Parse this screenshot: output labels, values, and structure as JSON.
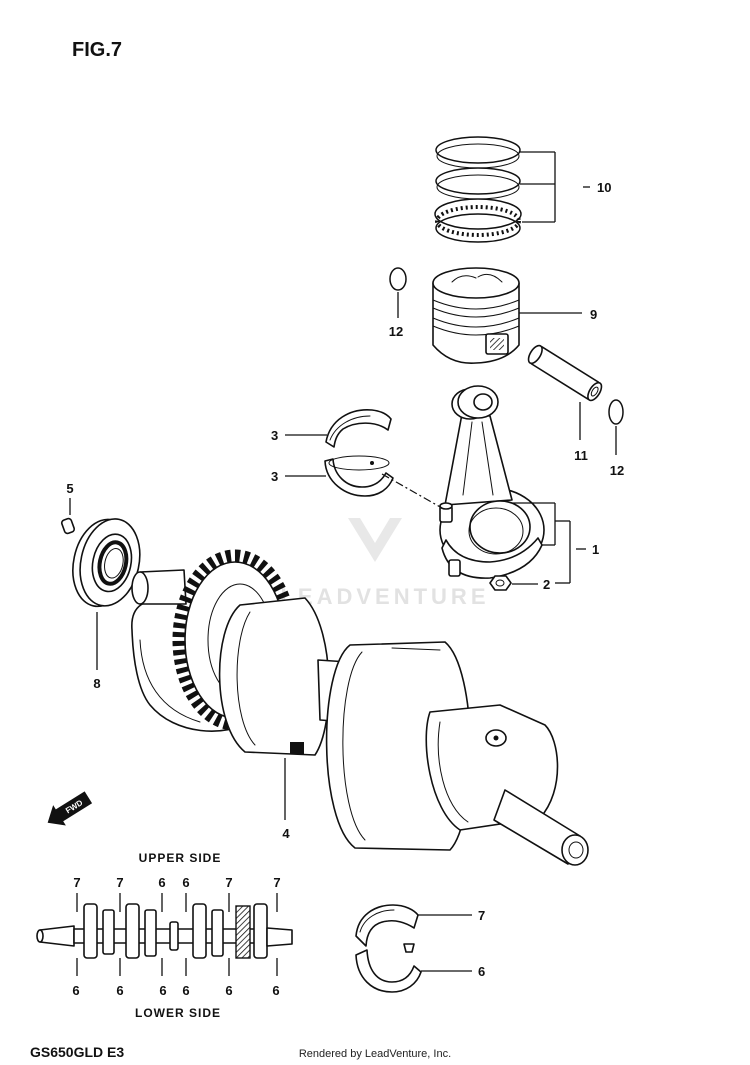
{
  "figure": {
    "title": "FIG.7",
    "model_code": "GS650GLD E3",
    "credit": "Rendered by LeadVenture, Inc.",
    "watermark": "LEADVENTURE",
    "fwd_arrow_label": "FWD"
  },
  "callouts": {
    "piston_rings": "10",
    "piston": "9",
    "piston_pin_clip_left": "12",
    "piston_pin": "11",
    "piston_pin_clip_right": "12",
    "conrod_bearing_upper": "3",
    "conrod_bearing_lower": "3",
    "connecting_rod": "1",
    "conrod_nut": "2",
    "dowel_pin": "5",
    "oil_seal": "8",
    "crankshaft": "4",
    "journal_bearing_upper": "7",
    "journal_bearing_lower": "6"
  },
  "bearing_map": {
    "upper_title": "UPPER SIDE",
    "lower_title": "LOWER SIDE",
    "upper_codes": [
      "7",
      "7",
      "6",
      "6",
      "7",
      "7"
    ],
    "lower_codes": [
      "6",
      "6",
      "6",
      "6",
      "6",
      "6"
    ]
  },
  "colors": {
    "ink": "#111111",
    "paper": "#ffffff",
    "watermark": "#e2e2e2"
  }
}
